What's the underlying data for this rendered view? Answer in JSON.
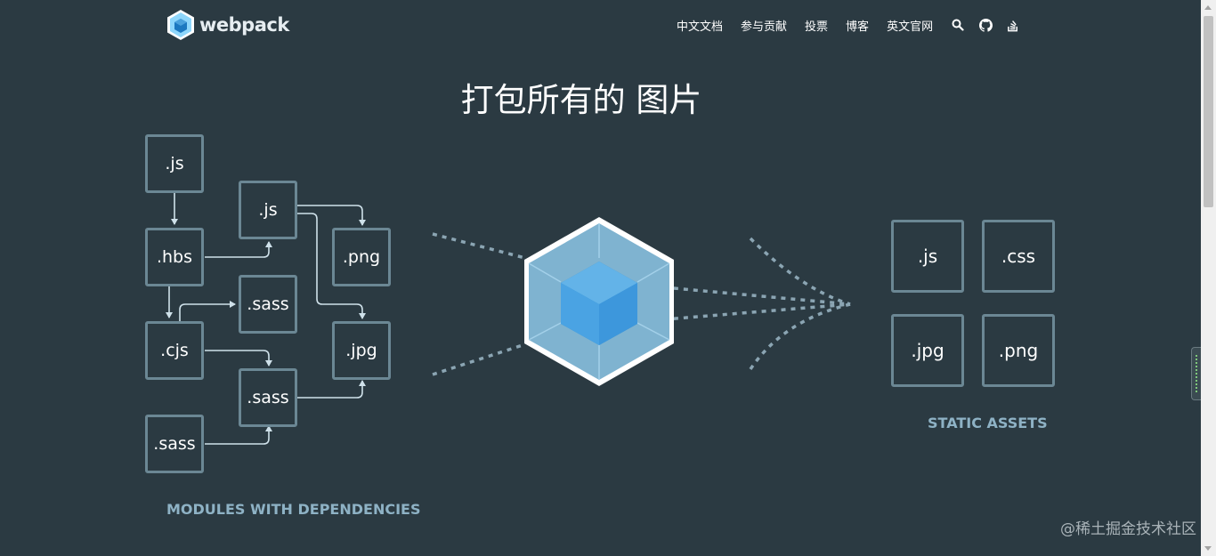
{
  "header": {
    "logo_text": "webpack",
    "nav": [
      {
        "label": "中文文档"
      },
      {
        "label": "参与贡献"
      },
      {
        "label": "投票"
      },
      {
        "label": "博客"
      },
      {
        "label": "英文官网"
      }
    ],
    "icons": [
      "search-icon",
      "github-icon",
      "stack-overflow-icon"
    ]
  },
  "headline": "打包所有的 图片",
  "modules": {
    "label": "MODULES WITH DEPENDENCIES",
    "boxes": [
      ".js",
      ".hbs",
      ".cjs",
      ".sass",
      ".js",
      ".sass",
      ".sass",
      ".png",
      ".jpg"
    ]
  },
  "assets": {
    "label": "STATIC ASSETS",
    "boxes": [
      ".js",
      ".css",
      ".jpg",
      ".png"
    ]
  },
  "watermark": "@稀土掘金技术社区",
  "colors": {
    "background": "#2b3a42",
    "box_border": "#6b8794",
    "label": "#8eb2c5",
    "cube_light": "#8ed6fb",
    "cube_dark": "#1c78c0"
  }
}
